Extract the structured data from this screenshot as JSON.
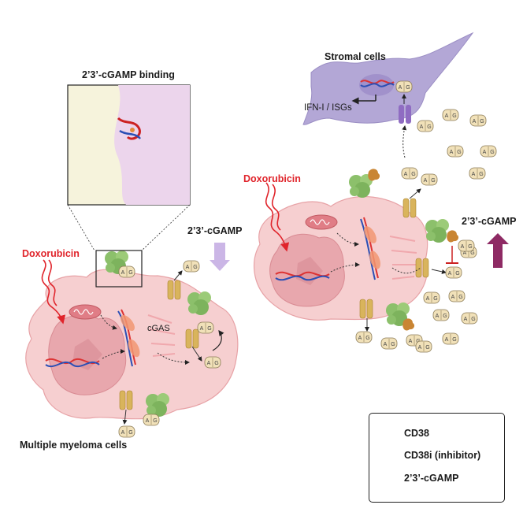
{
  "labels": {
    "stromal_cells": "Stromal cells",
    "ifn_isgs": "IFN-I / ISGs",
    "binding_title": "2’3’-cGAMP binding",
    "doxorubicin_left": "Doxorubicin",
    "doxorubicin_right": "Doxorubicin",
    "cgamp_left": "2’3’-cGAMP",
    "cgamp_right": "2’3’-cGAMP",
    "cgas": "cGAS",
    "mm_cells": "Multiple myeloma cells",
    "cgamp_token": "A|G"
  },
  "legend": {
    "items": [
      {
        "label": "CD38"
      },
      {
        "label": "CD38i (inhibitor)"
      },
      {
        "label": "2’3’-cGAMP"
      }
    ]
  },
  "colors": {
    "cell_fill": "#f6cfd0",
    "cell_edge": "#e7a2a6",
    "nucleus": "#e8a7ad",
    "stromal": "#b3a7d6",
    "cd38": "#8cc06b",
    "cd38i": "#c98533",
    "cgamp_token": "#f1e1b9",
    "channel": "#d9b45c",
    "doxorubicin": "#e0242b",
    "arrow_light_purple": "#cbb6e6",
    "arrow_dark_purple": "#8e2a64"
  }
}
